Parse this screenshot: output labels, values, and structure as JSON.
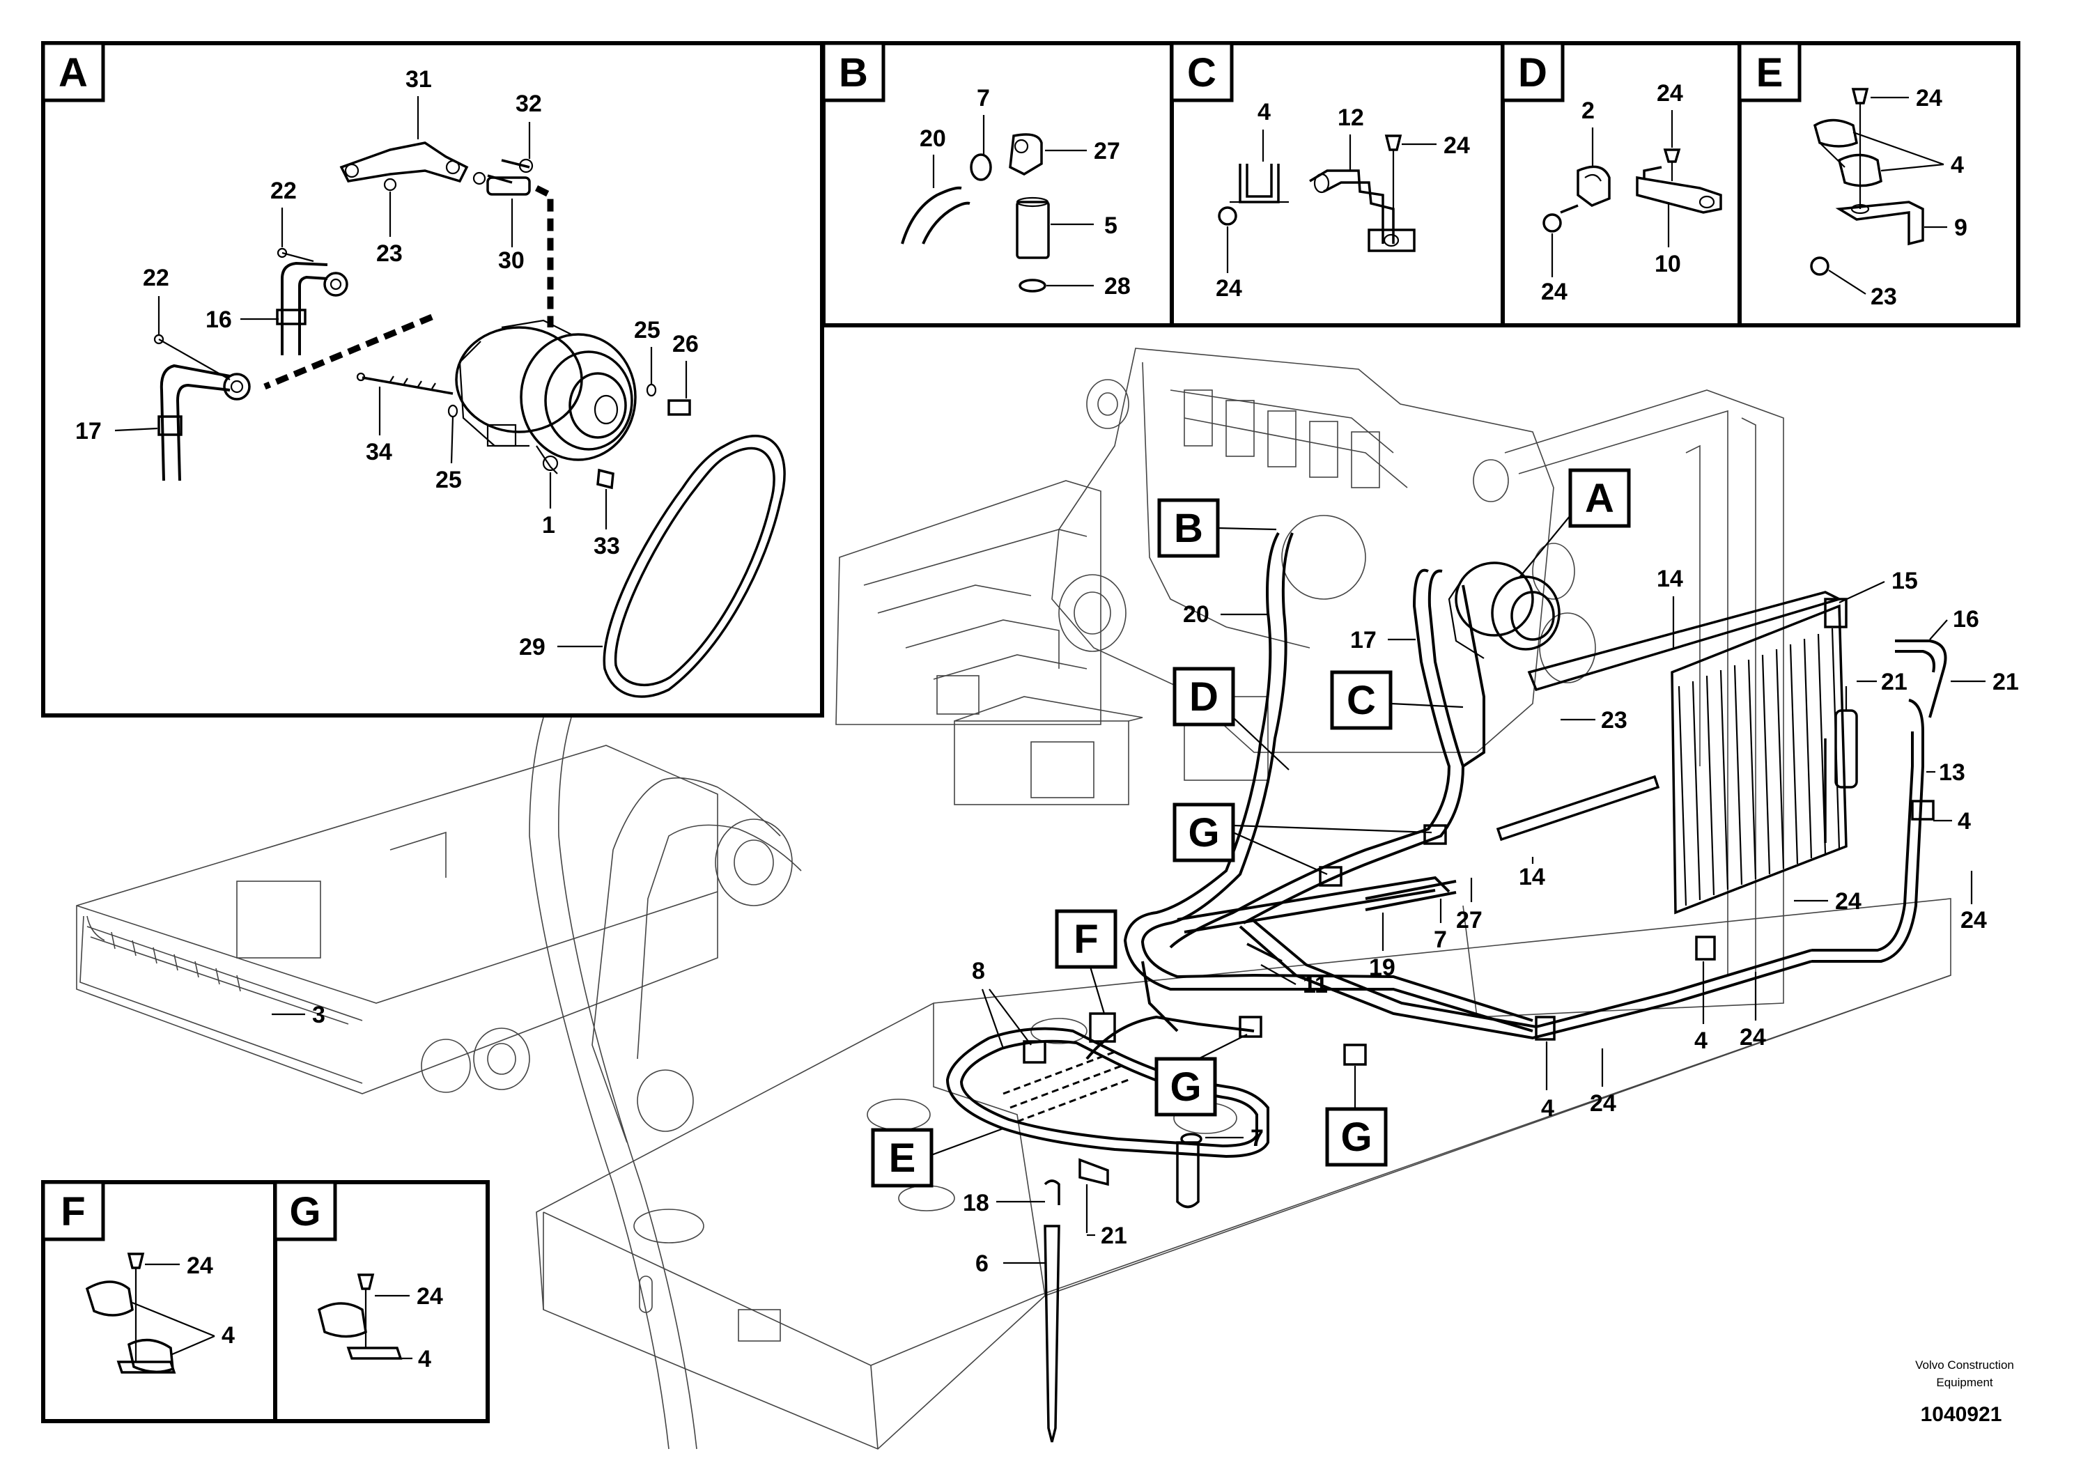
{
  "panels": {
    "A": {
      "label": "A"
    },
    "B": {
      "label": "B"
    },
    "C": {
      "label": "C"
    },
    "D": {
      "label": "D"
    },
    "E": {
      "label": "E"
    },
    "F": {
      "label": "F"
    },
    "G": {
      "label": "G"
    }
  },
  "panel_A_parts": [
    "31",
    "32",
    "22",
    "23",
    "30",
    "22",
    "16",
    "25",
    "26",
    "17",
    "34",
    "25",
    "1",
    "33",
    "29"
  ],
  "panel_B_parts": [
    "7",
    "20",
    "27",
    "5",
    "28"
  ],
  "panel_C_parts": [
    "4",
    "12",
    "24",
    "24"
  ],
  "panel_D_parts": [
    "2",
    "24",
    "24",
    "10"
  ],
  "panel_E_parts": [
    "24",
    "4",
    "9",
    "23"
  ],
  "panel_F_parts": [
    "24",
    "4"
  ],
  "panel_G_parts": [
    "24",
    "4"
  ],
  "main_callouts": [
    "A",
    "B",
    "C",
    "D",
    "E",
    "F",
    "G",
    "G",
    "G"
  ],
  "main_parts": [
    "20",
    "17",
    "14",
    "15",
    "16",
    "21",
    "21",
    "23",
    "13",
    "4",
    "24",
    "14",
    "24",
    "27",
    "7",
    "19",
    "11",
    "8",
    "3",
    "4",
    "24",
    "4",
    "24",
    "7",
    "18",
    "21",
    "6"
  ],
  "footer": {
    "manufacturer_line1": "Volvo Construction",
    "manufacturer_line2": "Equipment",
    "doc_number": "1040921"
  }
}
